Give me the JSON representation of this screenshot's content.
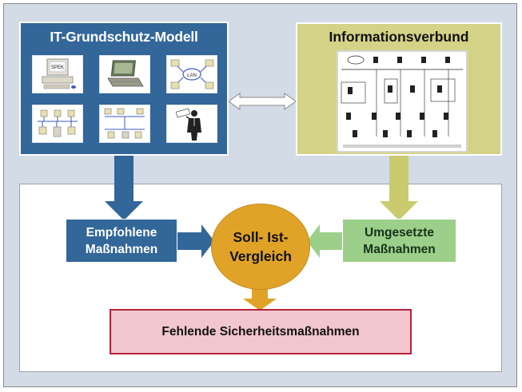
{
  "model": {
    "title": "IT-Grundschutz-Modell",
    "thumbnails": [
      {
        "icon": "desktop-pc-icon",
        "text": "SPEK"
      },
      {
        "icon": "laptop-icon",
        "text": ""
      },
      {
        "icon": "lan-network-icon",
        "text": "LAN"
      },
      {
        "icon": "client-server-network-icon",
        "text": ""
      },
      {
        "icon": "office-network-icon",
        "text": ""
      },
      {
        "icon": "person-with-sign-icon",
        "text": ""
      }
    ]
  },
  "verbund": {
    "title": "Informationsverbund",
    "illustration": "network-plan-icon"
  },
  "empfohlene": {
    "line1": "Empfohlene",
    "line2": "Maßnahmen"
  },
  "vergleich": {
    "line1": "Soll- Ist-",
    "line2": "Vergleich"
  },
  "umgesetzte": {
    "line1": "Umgesetzte",
    "line2": "Maßnahmen"
  },
  "fehlende": {
    "label": "Fehlende Sicherheitsmaßnahmen"
  },
  "colors": {
    "background": "#d2dbe6",
    "model_blue": "#336699",
    "verbund_olive": "#d4d287",
    "umgesetzte_green": "#9ccf89",
    "vergleich_orange": "#e0a327",
    "fehlende_fill": "#f1c6ce",
    "fehlende_border": "#b5243a"
  }
}
